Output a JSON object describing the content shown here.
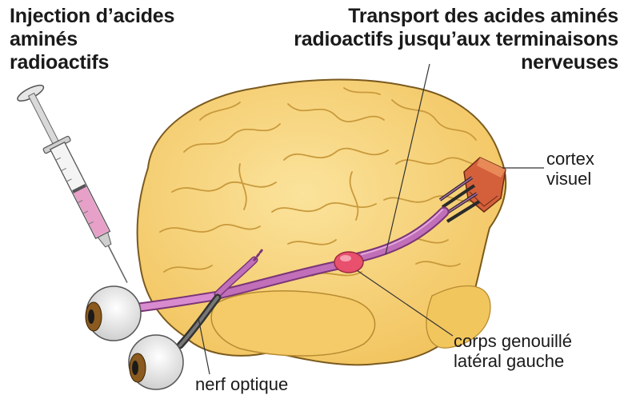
{
  "injection_label": {
    "line1": "Injection d’acides",
    "line2": "aminés",
    "line3": "radioactifs"
  },
  "transport_label": {
    "line1": "Transport des acides aminés",
    "line2": "radioactifs jusqu’aux terminaisons",
    "line3": "nerveuses"
  },
  "cortex_label": {
    "line1": "cortex",
    "line2": "visuel"
  },
  "cgl_label": {
    "line1": "corps genouillé",
    "line2": "latéral gauche"
  },
  "nerf_label": "nerf optique",
  "colors": {
    "brain": "#f6d27a",
    "brain_outline": "#7a5a1e",
    "brain_folds": "#c99a3c",
    "optic_pathway": "#c06fb8",
    "cgl": "#e8506e",
    "syringe_liquid": "#e7a0c8",
    "iris": "#8a5a1e",
    "text": "#1a1a1a"
  }
}
